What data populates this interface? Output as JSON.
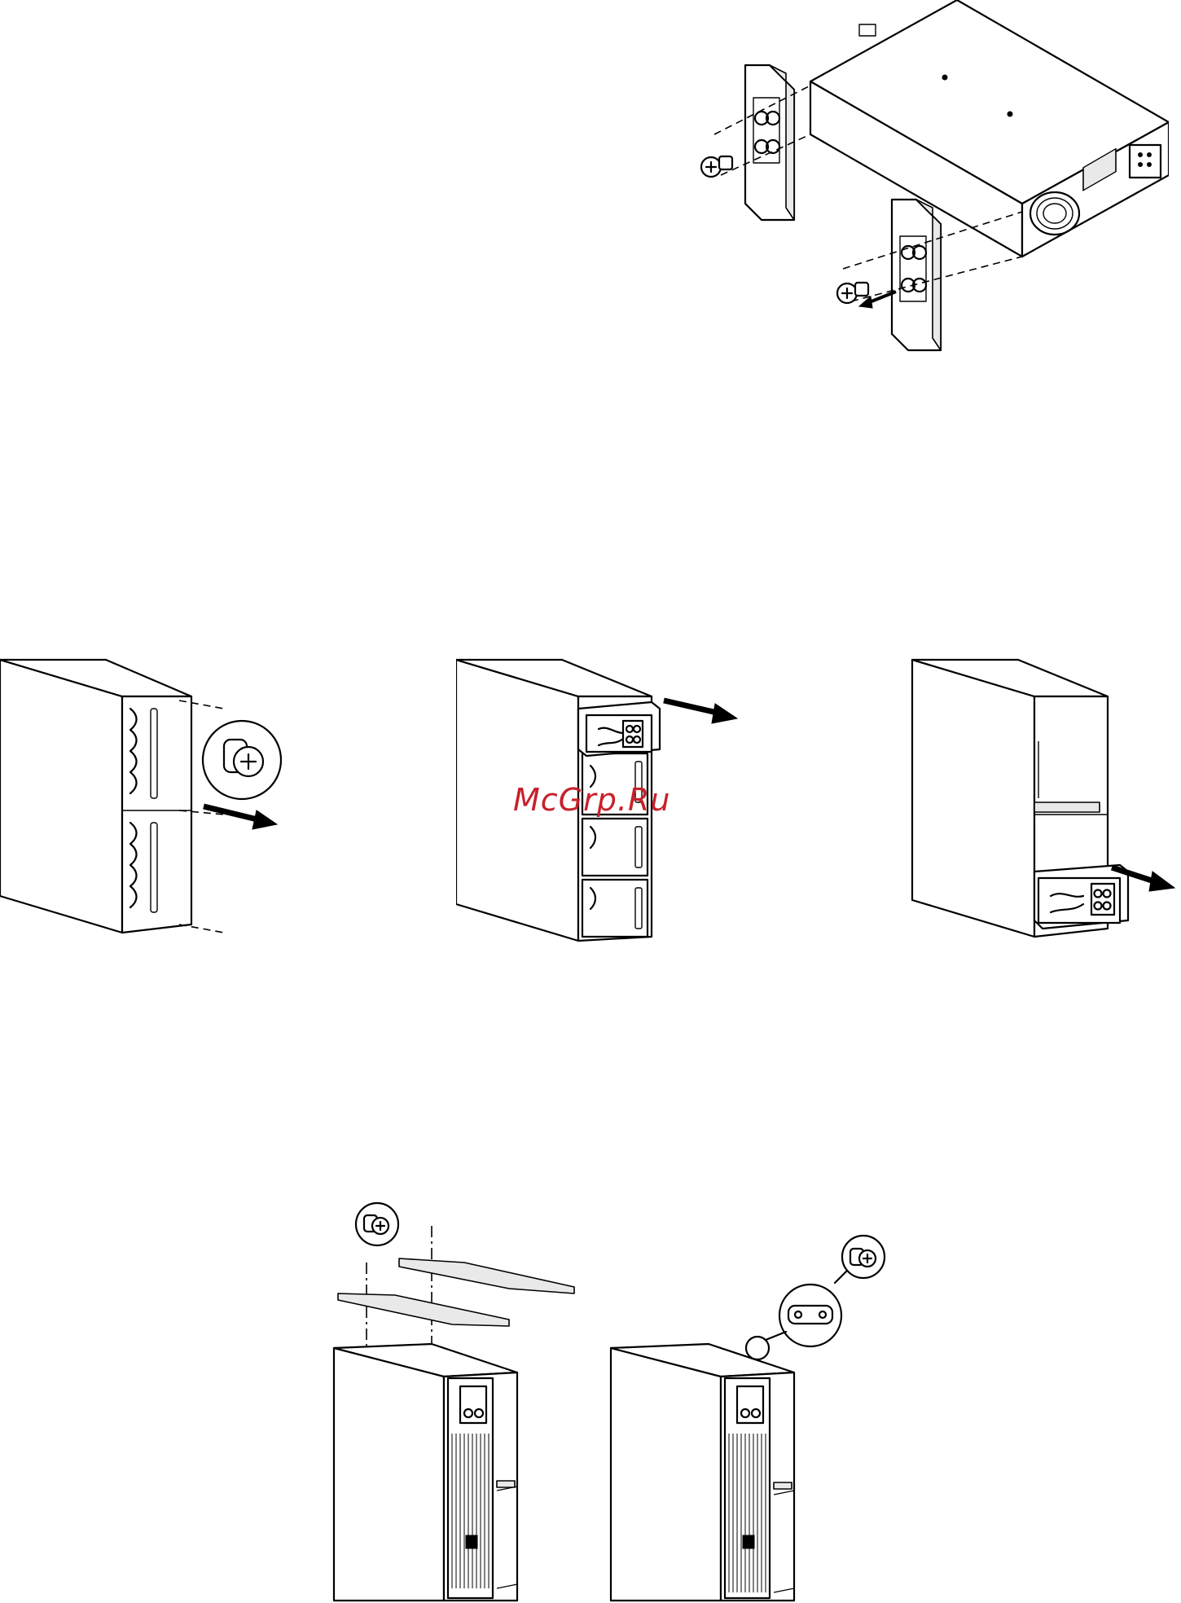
{
  "watermark": {
    "text": "McGrp.Ru",
    "color": "#c8202a"
  },
  "figures": [
    {
      "id": "rack-ears-removal",
      "icons": [
        "screw-icon",
        "arrow-icon"
      ]
    },
    {
      "id": "bezel-removal",
      "icons": [
        "screw-icon",
        "arrow-icon"
      ]
    },
    {
      "id": "top-battery-removal",
      "icons": [
        "arrow-icon"
      ]
    },
    {
      "id": "bottom-battery-removal",
      "icons": [
        "arrow-icon"
      ]
    },
    {
      "id": "tower-top-panels",
      "icons": [
        "screw-icon"
      ]
    },
    {
      "id": "tower-bracket",
      "icons": [
        "screw-icon",
        "bracket-icon"
      ]
    }
  ]
}
